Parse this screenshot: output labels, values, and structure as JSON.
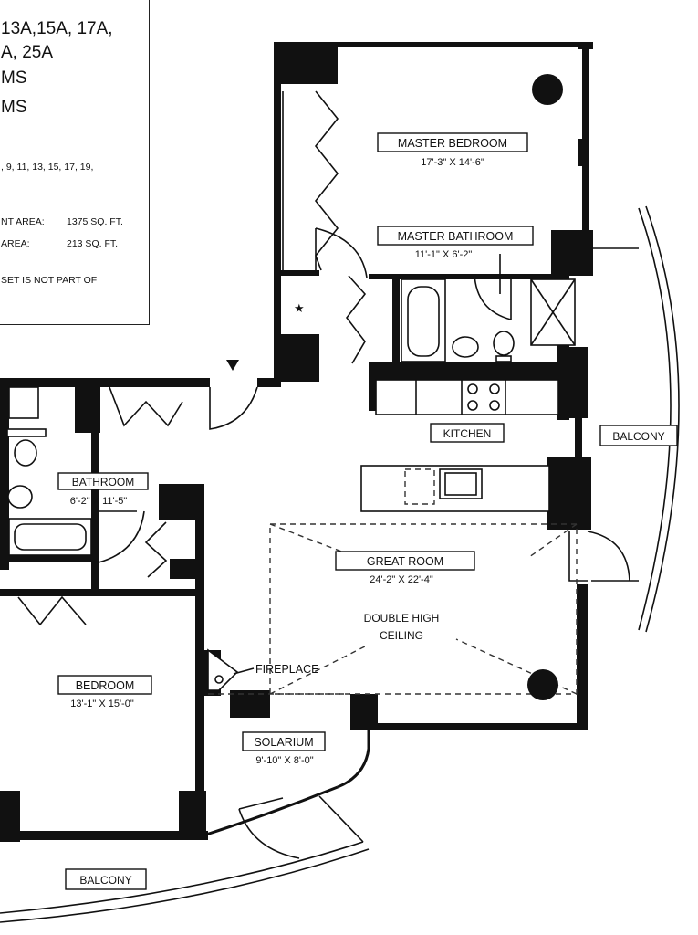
{
  "legend": {
    "line1": "13A,15A, 17A,",
    "line2": "A, 25A",
    "line3": "MS",
    "line4": "MS",
    "line5": ", 9, 11, 13, 15, 17, 19,",
    "line6_label": "NT AREA:",
    "line6_value": "1375 SQ. FT.",
    "line7_label": "AREA:",
    "line7_value": "213 SQ. FT.",
    "line8": "SET IS NOT PART OF"
  },
  "rooms": {
    "master_bedroom": {
      "name": "MASTER BEDROOM",
      "size": "17'-3\" X 14'-6\""
    },
    "master_bathroom": {
      "name": "MASTER BATHROOM",
      "size": "11'-1\" X 6'-2\""
    },
    "kitchen": {
      "name": "KITCHEN"
    },
    "balcony_east": {
      "name": "BALCONY"
    },
    "bathroom": {
      "name": "BATHROOM",
      "size": "6'-2\" X 11'-5\""
    },
    "great_room": {
      "name": "GREAT ROOM",
      "size": "24'-2\" X 22'-4\""
    },
    "ceiling_note_1": "DOUBLE HIGH",
    "ceiling_note_2": "CEILING",
    "fireplace": "FIREPLACE",
    "bedroom": {
      "name": "BEDROOM",
      "size": "13'-1\" X 15'-0\""
    },
    "solarium": {
      "name": "SOLARIUM",
      "size": "9'-10\" X 8'-0\""
    },
    "balcony_south": {
      "name": "BALCONY"
    }
  },
  "symbols": {
    "entry_marker": "entry-triangle-icon",
    "closet_star": "★"
  }
}
